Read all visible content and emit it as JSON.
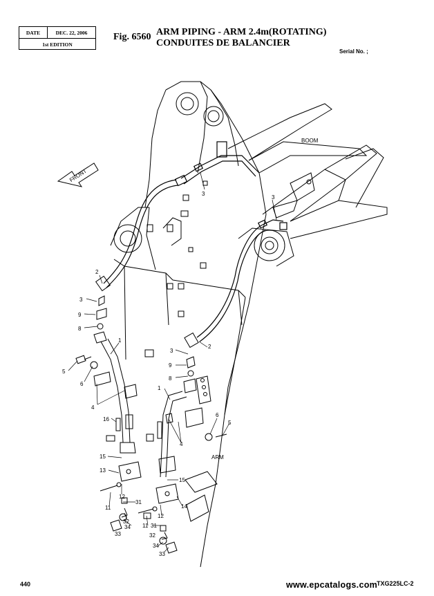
{
  "header": {
    "date_label": "DATE",
    "date_value": "DEC. 22, 2006",
    "edition": "1st EDITION"
  },
  "figure": {
    "number": "Fig. 6560",
    "title_line1": "ARM PIPING - ARM 2.4m(ROTATING)",
    "title_line2": "CONDUITES DE BALANCIER",
    "serial": "Serial No. ;"
  },
  "labels": {
    "front": "FRONT",
    "boom": "BOOM",
    "arm": "ARM"
  },
  "callouts": [
    {
      "id": "c1",
      "text": "3"
    },
    {
      "id": "c2",
      "text": "3"
    },
    {
      "id": "c3",
      "text": "2"
    },
    {
      "id": "c4",
      "text": "3"
    },
    {
      "id": "c5",
      "text": "9"
    },
    {
      "id": "c6",
      "text": "8"
    },
    {
      "id": "c7",
      "text": "1"
    },
    {
      "id": "c8",
      "text": "5"
    },
    {
      "id": "c9",
      "text": "6"
    },
    {
      "id": "c10",
      "text": "4"
    },
    {
      "id": "c11",
      "text": "16"
    },
    {
      "id": "c12",
      "text": "15"
    },
    {
      "id": "c13",
      "text": "13"
    },
    {
      "id": "c14",
      "text": "12"
    },
    {
      "id": "c15",
      "text": "31"
    },
    {
      "id": "c16",
      "text": "11"
    },
    {
      "id": "c17",
      "text": "32"
    },
    {
      "id": "c18",
      "text": "34"
    },
    {
      "id": "c19",
      "text": "33"
    },
    {
      "id": "c20",
      "text": "2"
    },
    {
      "id": "c21",
      "text": "3"
    },
    {
      "id": "c22",
      "text": "9"
    },
    {
      "id": "c23",
      "text": "8"
    },
    {
      "id": "c24",
      "text": "1"
    },
    {
      "id": "c25",
      "text": "6"
    },
    {
      "id": "c26",
      "text": "5"
    },
    {
      "id": "c27",
      "text": "4"
    },
    {
      "id": "c28",
      "text": "15"
    },
    {
      "id": "c29",
      "text": "14"
    },
    {
      "id": "c30",
      "text": "12"
    },
    {
      "id": "c31",
      "text": "11"
    },
    {
      "id": "c32",
      "text": "31"
    },
    {
      "id": "c33",
      "text": "32"
    },
    {
      "id": "c34",
      "text": "34"
    },
    {
      "id": "c35",
      "text": "33"
    }
  ],
  "footer": {
    "page_number": "440",
    "model": "TXG225LC-2",
    "watermark": "www.epcatalogs.com"
  }
}
